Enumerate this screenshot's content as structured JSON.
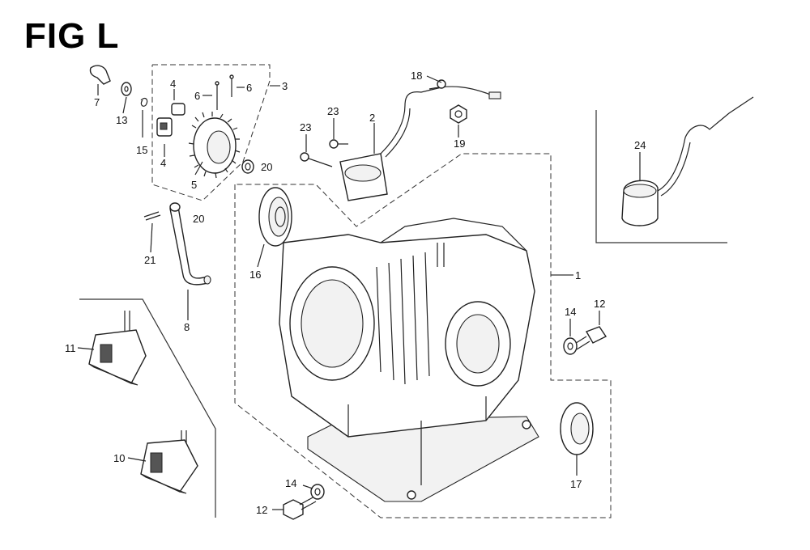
{
  "figure": {
    "title": "FIG L"
  },
  "callouts": {
    "c1": "1",
    "c2": "2",
    "c3": "3",
    "c4a": "4",
    "c4b": "4",
    "c5": "5",
    "c6a": "6",
    "c6b": "6",
    "c7": "7",
    "c8": "8",
    "c10": "10",
    "c11": "11",
    "c12a": "12",
    "c12b": "12",
    "c13": "13",
    "c14a": "14",
    "c14b": "14",
    "c15": "15",
    "c16": "16",
    "c17": "17",
    "c18": "18",
    "c19": "19",
    "c20a": "20",
    "c20b": "20",
    "c21": "21",
    "c23a": "23",
    "c23b": "23",
    "c24": "24"
  }
}
